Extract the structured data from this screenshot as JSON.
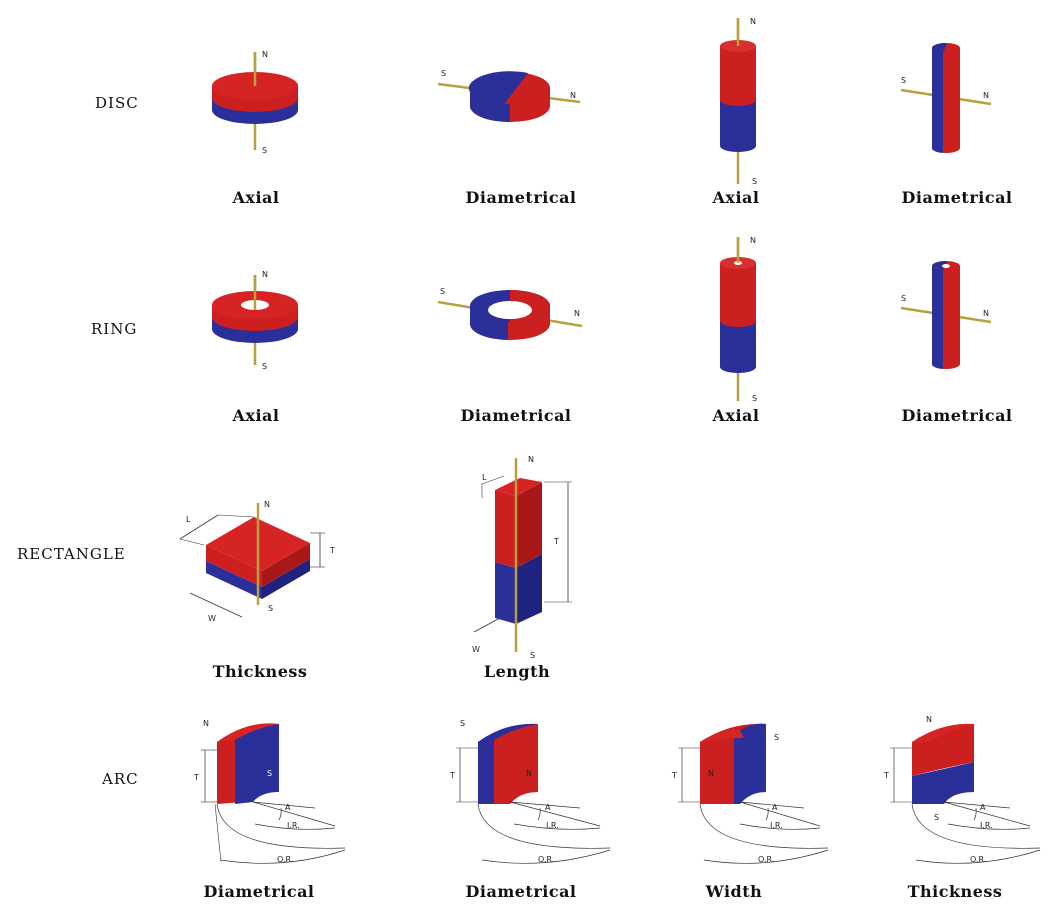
{
  "rows": {
    "disc": "DISC",
    "ring": "RING",
    "rectangle": "RECTANGLE",
    "arc": "ARC"
  },
  "captions": {
    "disc": [
      "Axial",
      "Diametrical",
      "Axial",
      "Diametrical"
    ],
    "ring": [
      "Axial",
      "Diametrical",
      "Axial",
      "Diametrical"
    ],
    "rectangle": [
      "Thickness",
      "Length"
    ],
    "arc": [
      "Diametrical",
      "Diametrical",
      "Width",
      "Thickness"
    ]
  },
  "poles": {
    "north": "N",
    "south": "S"
  },
  "dims": {
    "length": "L",
    "width": "W",
    "thickness": "T",
    "angle": "A",
    "inner_radius": "I.R.",
    "outer_radius": "O.R."
  },
  "colors": {
    "north": "#cc1f1f",
    "south": "#2a2f9a",
    "rod": "#b8a040",
    "dim_line": "#333333"
  }
}
